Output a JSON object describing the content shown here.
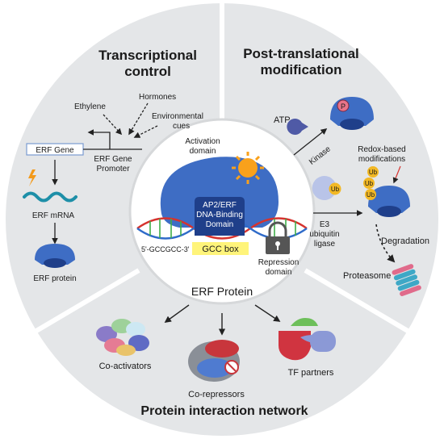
{
  "sections": {
    "transcriptional": {
      "title_line1": "Transcriptional",
      "title_line2": "control",
      "signals": {
        "hormones": "Hormones",
        "ethylene": "Ethylene",
        "env_line1": "Environmental",
        "env_line2": "cues"
      },
      "erf_gene": "ERF Gene",
      "promoter_line1": "ERF Gene",
      "promoter_line2": "Promoter",
      "mrna": "ERF mRNA",
      "protein": "ERF protein"
    },
    "post_translational": {
      "title_line1": "Post-translational",
      "title_line2": "modification",
      "atp": "ATP",
      "phospho": "P",
      "kinase": "Kinase",
      "redox_line1": "Redox-based",
      "redox_line2": "modifications",
      "ub": "Ub",
      "e3_line1": "E3",
      "e3_line2": "ubiquitin",
      "e3_line3": "ligase",
      "degradation": "Degradation",
      "proteasome": "Proteasome"
    },
    "center": {
      "activation_line1": "Activation",
      "activation_line2": "domain",
      "dbd_line1": "AP2/ERF",
      "dbd_line2": "DNA-Binding",
      "dbd_line3": "Domain",
      "motif": "5'-GCCGCC-3'",
      "gcc_box": "GCC box",
      "repression_line1": "Repression",
      "repression_line2": "domain",
      "protein_label": "ERF Protein"
    },
    "interaction": {
      "title": "Protein interaction network",
      "coactivators": "Co-activators",
      "corepressors": "Co-repressors",
      "tf_partners": "TF partners"
    }
  },
  "colors": {
    "panel": "#e4e6e8",
    "protein_blue": "#3e6dc4",
    "protein_dark": "#1f3f8a",
    "gcc_yellow": "#fff47a",
    "sun": "#f9a11b",
    "ub": "#f2b824",
    "phospho": "#e9748a",
    "dna_red": "#d6332e",
    "dna_blue": "#2f6bc9",
    "dna_green": "#3fae48"
  }
}
